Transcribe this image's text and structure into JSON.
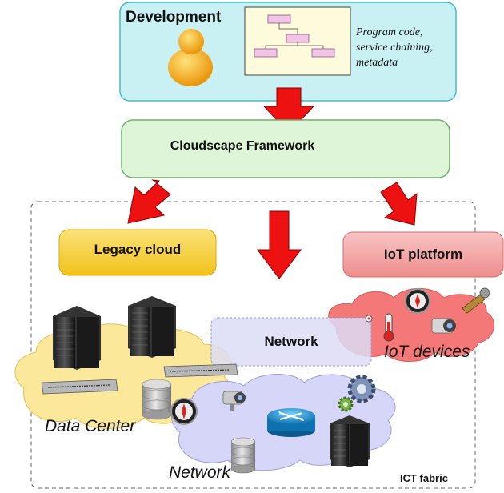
{
  "development": {
    "title": "Development",
    "note_lines": [
      "Program code,",
      "service chaining,",
      "metadata"
    ]
  },
  "framework": {
    "label": "Cloudscape Framework"
  },
  "legacy_cloud": {
    "label": "Legacy cloud"
  },
  "iot_platform": {
    "label": "IoT platform"
  },
  "network_box": {
    "label": "Network"
  },
  "iot_devices": {
    "label": "IoT devices"
  },
  "data_center": {
    "label": "Data Center"
  },
  "network_cloud": {
    "label": "Network"
  },
  "ict_fabric": {
    "label": "ICT fabric"
  },
  "colors": {
    "development_fill": "#c9f0f3",
    "development_stroke": "#3bbfc8",
    "framework_fill": "#dff5d8",
    "framework_stroke": "#6ab06a",
    "legacy_fill": "#f5d138",
    "iot_fill": "#f3a4a4",
    "network_box_fill": "#dcdcf6",
    "arrow_red": "#ee1111",
    "datacenter_cloud": "#fbe89a",
    "network_cloud": "#d6d6f8",
    "iot_cloud": "#f57878"
  }
}
